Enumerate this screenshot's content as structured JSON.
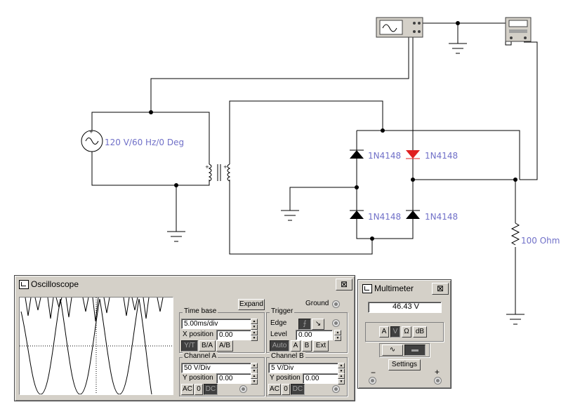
{
  "circuit": {
    "source_label": "120 V/60 Hz/0 Deg",
    "diodes": [
      "1N4148",
      "1N4148",
      "1N4148",
      "1N4148"
    ],
    "resistor_label": "100  Ohm",
    "colors": {
      "wire": "#000000",
      "label": "#7070c8",
      "active_diode": "#e02020",
      "instrument": "#d4d0c8"
    }
  },
  "oscilloscope": {
    "title": "Oscilloscope",
    "close_label": "⊠",
    "expand_label": "Expand",
    "ground_label": "Ground",
    "timebase": {
      "title": "Time base",
      "value": "5.00ms/div",
      "xpos_label": "X position",
      "xpos_value": "0.00",
      "modes": [
        "Y/T",
        "B/A",
        "A/B"
      ]
    },
    "trigger": {
      "title": "Trigger",
      "edge_label": "Edge",
      "level_label": "Level",
      "level_value": "0.00",
      "sources": [
        "Auto",
        "A",
        "B",
        "Ext"
      ]
    },
    "channel_a": {
      "title": "Channel A",
      "value": "50 V/Div",
      "ypos_label": "Y position",
      "ypos_value": "0.00",
      "coupling": [
        "AC",
        "0",
        "DC"
      ]
    },
    "channel_b": {
      "title": "Channel B",
      "value": "5  V/Div",
      "ypos_label": "Y position",
      "ypos_value": "0.00",
      "coupling": [
        "AC",
        "0",
        "DC"
      ]
    }
  },
  "multimeter": {
    "title": "Multimeter",
    "close_label": "⊠",
    "reading": "46.43  V",
    "modes": [
      "A",
      "V",
      "Ω",
      "dB"
    ],
    "settings_label": "Settings",
    "minus_label": "−",
    "plus_label": "+"
  }
}
